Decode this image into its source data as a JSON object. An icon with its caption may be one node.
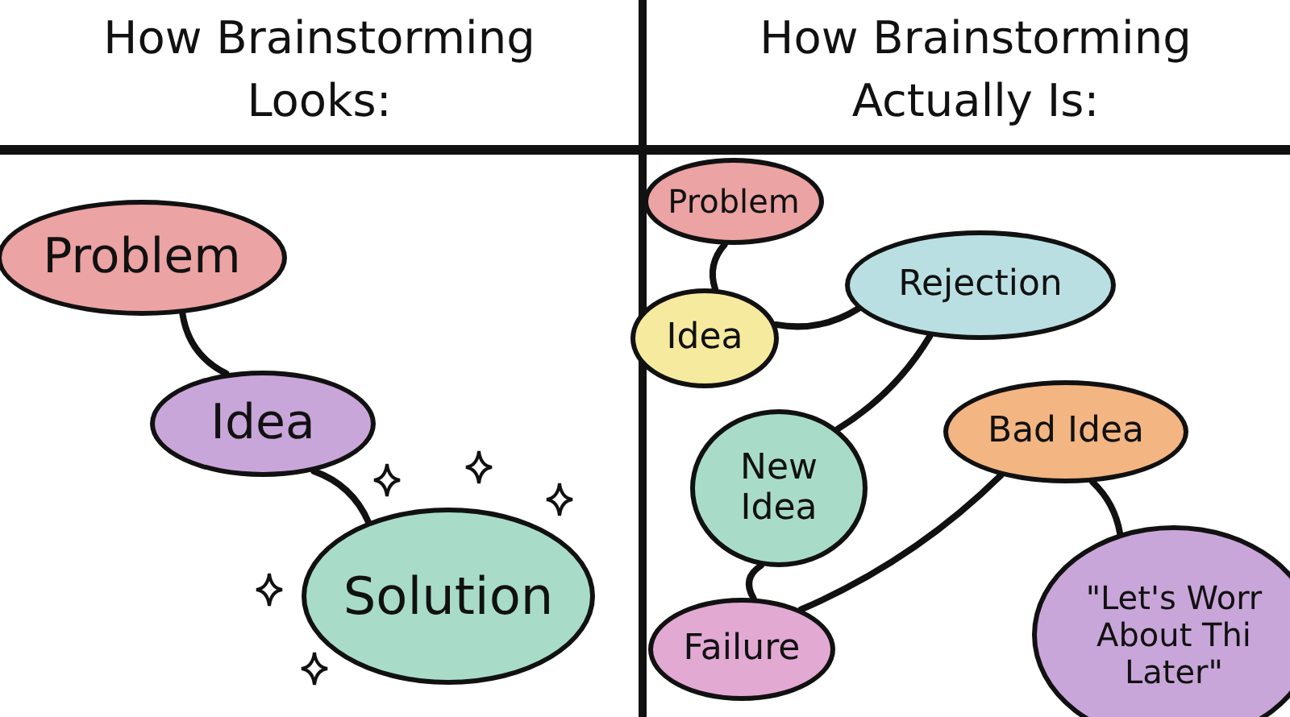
{
  "diagram": {
    "nodes": [
      {
        "text": [
          "Problem"
        ]
      },
      {
        "text": [
          "Idea"
        ]
      },
      {
        "text": [
          "Solution"
        ]
      },
      {
        "text": [
          "Problem"
        ]
      },
      {
        "text": [
          "Idea"
        ]
      },
      {
        "text": [
          "Rejection"
        ]
      },
      {
        "text": [
          "New Idea"
        ]
      },
      {
        "text": [
          "Bad Idea"
        ]
      },
      {
        "text": [
          "Failure"
        ]
      },
      {
        "text": [
          "\"Let's Worr About Thi Later\""
        ]
      }
    ],
    "edges": [
      {
        "from": 0,
        "to": 1,
        "arrow": "none"
      },
      {
        "from": 1,
        "to": 2,
        "arrow": "none"
      },
      {
        "from": 3,
        "to": 4,
        "arrow": "none"
      },
      {
        "from": 4,
        "to": 5,
        "arrow": "none"
      },
      {
        "from": 5,
        "to": 6,
        "arrow": "none"
      },
      {
        "from": 6,
        "to": 8,
        "arrow": "none"
      },
      {
        "from": 8,
        "to": 7,
        "arrow": "none"
      },
      {
        "from": 7,
        "to": 9,
        "arrow": "none"
      }
    ],
    "labels": [
      "How Brainstorming Looks:",
      "How Brainstorming Actually Is:"
    ]
  }
}
